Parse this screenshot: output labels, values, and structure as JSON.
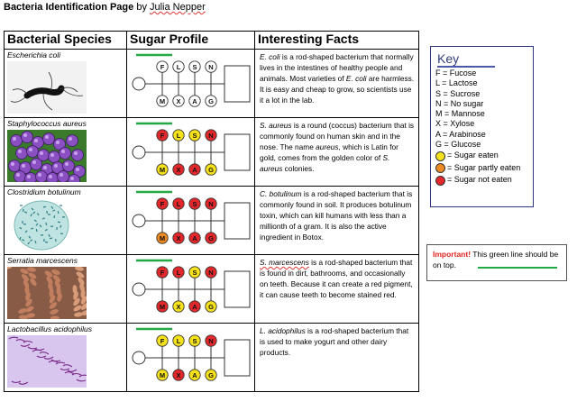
{
  "header": {
    "title_bold": "Bacteria Identification Page",
    "title_by": " by ",
    "author": "Julia Nepper"
  },
  "table": {
    "headers": [
      "Bacterial Species",
      "Sugar Profile",
      "Interesting Facts"
    ],
    "rows": [
      {
        "species": "Escherichia coli",
        "image": "bacterium-microscope-photo",
        "facts": [
          {
            "t": "E. coli",
            "i": true
          },
          {
            "t": " is a rod-shaped bacterium that normally lives in the intestines of healthy people and animals. Most varieties of "
          },
          {
            "t": "E. coli",
            "i": true
          },
          {
            "t": " are harmless. It is easy and cheap to grow, so scientists use it a lot in the lab."
          }
        ],
        "top_sugars": [
          {
            "label": "F",
            "status": "none"
          },
          {
            "label": "L",
            "status": "none"
          },
          {
            "label": "S",
            "status": "none"
          },
          {
            "label": "N",
            "status": "none"
          }
        ],
        "bottom_sugars": [
          {
            "label": "M",
            "status": "none"
          },
          {
            "label": "X",
            "status": "none"
          },
          {
            "label": "A",
            "status": "none"
          },
          {
            "label": "G",
            "status": "none"
          }
        ]
      },
      {
        "species": "Staphylococcus aureus",
        "image": "cocci-cluster-photo",
        "facts": [
          {
            "t": "S. aureus",
            "i": true
          },
          {
            "t": " is a round (coccus) bacterium that is commonly found on human skin and in the nose. The name "
          },
          {
            "t": "aureus,",
            "i": true
          },
          {
            "t": " which is Latin for gold, comes from the golden color of "
          },
          {
            "t": "S. aureus",
            "i": true
          },
          {
            "t": " colonies."
          }
        ],
        "top_sugars": [
          {
            "label": "F",
            "status": "not-eaten"
          },
          {
            "label": "L",
            "status": "eaten"
          },
          {
            "label": "S",
            "status": "eaten"
          },
          {
            "label": "N",
            "status": "not-eaten"
          }
        ],
        "bottom_sugars": [
          {
            "label": "M",
            "status": "eaten"
          },
          {
            "label": "X",
            "status": "not-eaten"
          },
          {
            "label": "A",
            "status": "not-eaten"
          },
          {
            "label": "G",
            "status": "eaten"
          }
        ]
      },
      {
        "species": "Clostridium botulinum",
        "image": "rod-bacteria-dish-photo",
        "facts": [
          {
            "t": "C. botulinum",
            "i": true
          },
          {
            "t": " is a rod-shaped bacterium that is commonly found in soil. It produces botulinum toxin, which can kill humans with less than a millionth of a gram. It is also the active ingredient in Botox."
          }
        ],
        "top_sugars": [
          {
            "label": "F",
            "status": "not-eaten"
          },
          {
            "label": "L",
            "status": "not-eaten"
          },
          {
            "label": "S",
            "status": "not-eaten"
          },
          {
            "label": "N",
            "status": "not-eaten"
          }
        ],
        "bottom_sugars": [
          {
            "label": "M",
            "status": "partly"
          },
          {
            "label": "X",
            "status": "not-eaten"
          },
          {
            "label": "A",
            "status": "not-eaten"
          },
          {
            "label": "G",
            "status": "not-eaten"
          }
        ]
      },
      {
        "species": "Serratia marcescens",
        "image": "serratia-photo",
        "facts": [
          {
            "t": " "
          },
          {
            "t": "S. marcescens",
            "i": true,
            "wavy": true
          },
          {
            "t": " is a rod-shaped bacterium that is found in dirt, bathrooms, and occasionally on teeth. Because it can create a red pigment, it can cause teeth to become stained red."
          }
        ],
        "top_sugars": [
          {
            "label": "F",
            "status": "not-eaten"
          },
          {
            "label": "L",
            "status": "not-eaten"
          },
          {
            "label": "S",
            "status": "eaten"
          },
          {
            "label": "N",
            "status": "not-eaten"
          }
        ],
        "bottom_sugars": [
          {
            "label": "M",
            "status": "not-eaten"
          },
          {
            "label": "X",
            "status": "eaten"
          },
          {
            "label": "A",
            "status": "not-eaten"
          },
          {
            "label": "G",
            "status": "eaten"
          }
        ]
      },
      {
        "species": "Lactobacillus acidophilus",
        "image": "lactobacillus-photo",
        "facts": [
          {
            "t": "L. acidophilus",
            "i": true
          },
          {
            "t": " is a rod-shaped bacterium that is used to make yogurt and other dairy products."
          }
        ],
        "top_sugars": [
          {
            "label": "F",
            "status": "eaten"
          },
          {
            "label": "L",
            "status": "eaten"
          },
          {
            "label": "S",
            "status": "eaten"
          },
          {
            "label": "N",
            "status": "not-eaten"
          }
        ],
        "bottom_sugars": [
          {
            "label": "M",
            "status": "eaten"
          },
          {
            "label": "X",
            "status": "not-eaten"
          },
          {
            "label": "A",
            "status": "eaten"
          },
          {
            "label": "G",
            "status": "eaten"
          }
        ]
      }
    ]
  },
  "key": {
    "title": "Key",
    "items": [
      "F = Fucose",
      "L = Lactose",
      "S = Sucrose",
      "N = No sugar",
      "M = Mannose",
      "X = Xylose",
      "A = Arabinose",
      "G = Glucose"
    ],
    "dots": [
      {
        "status": "eaten",
        "label": "= Sugar eaten"
      },
      {
        "status": "partly",
        "label": "= Sugar partly eaten"
      },
      {
        "status": "not-eaten",
        "label": "= Sugar not eaten"
      }
    ]
  },
  "important": {
    "label": "Important!",
    "text": " This green line should be on top."
  },
  "colors": {
    "eaten": "#f5e21a",
    "partly": "#ef8a22",
    "not-eaten": "#e3272a",
    "none": "#ffffff",
    "green_line": "#22a845",
    "key_border": "#2e3580"
  }
}
